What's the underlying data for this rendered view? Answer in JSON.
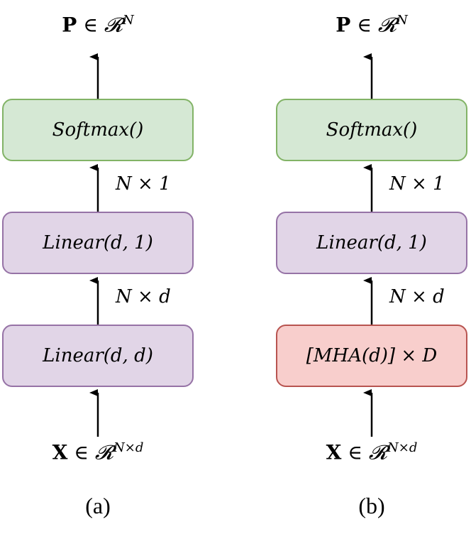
{
  "panels": [
    {
      "id": "a",
      "caption": "(a)",
      "output_label": {
        "symbol": "P",
        "rel": " ∈ ",
        "space": "𝓡",
        "exp": "N"
      },
      "input_label": {
        "symbol": "X",
        "rel": " ∈ ",
        "space": "𝓡",
        "exp": "N×d"
      },
      "blocks": {
        "top": "Softmax()",
        "middle": "Linear(d, 1)",
        "bottom": "Linear(d, d)"
      },
      "dims": {
        "upper": "N × 1",
        "lower": "N × d"
      }
    },
    {
      "id": "b",
      "caption": "(b)",
      "output_label": {
        "symbol": "P",
        "rel": " ∈ ",
        "space": "𝓡",
        "exp": "N"
      },
      "input_label": {
        "symbol": "X",
        "rel": " ∈ ",
        "space": "𝓡",
        "exp": "N×d"
      },
      "blocks": {
        "top": "Softmax()",
        "middle": "Linear(d, 1)",
        "bottom": "[MHA(d)] × D"
      },
      "dims": {
        "upper": "N × 1",
        "lower": "N × d"
      }
    }
  ],
  "colors": {
    "softmax_fill": "#d5e8d4",
    "softmax_border": "#82b366",
    "linear_fill": "#e1d5e7",
    "linear_border": "#9673a6",
    "mha_fill": "#f8cecc",
    "mha_border": "#b85450"
  }
}
